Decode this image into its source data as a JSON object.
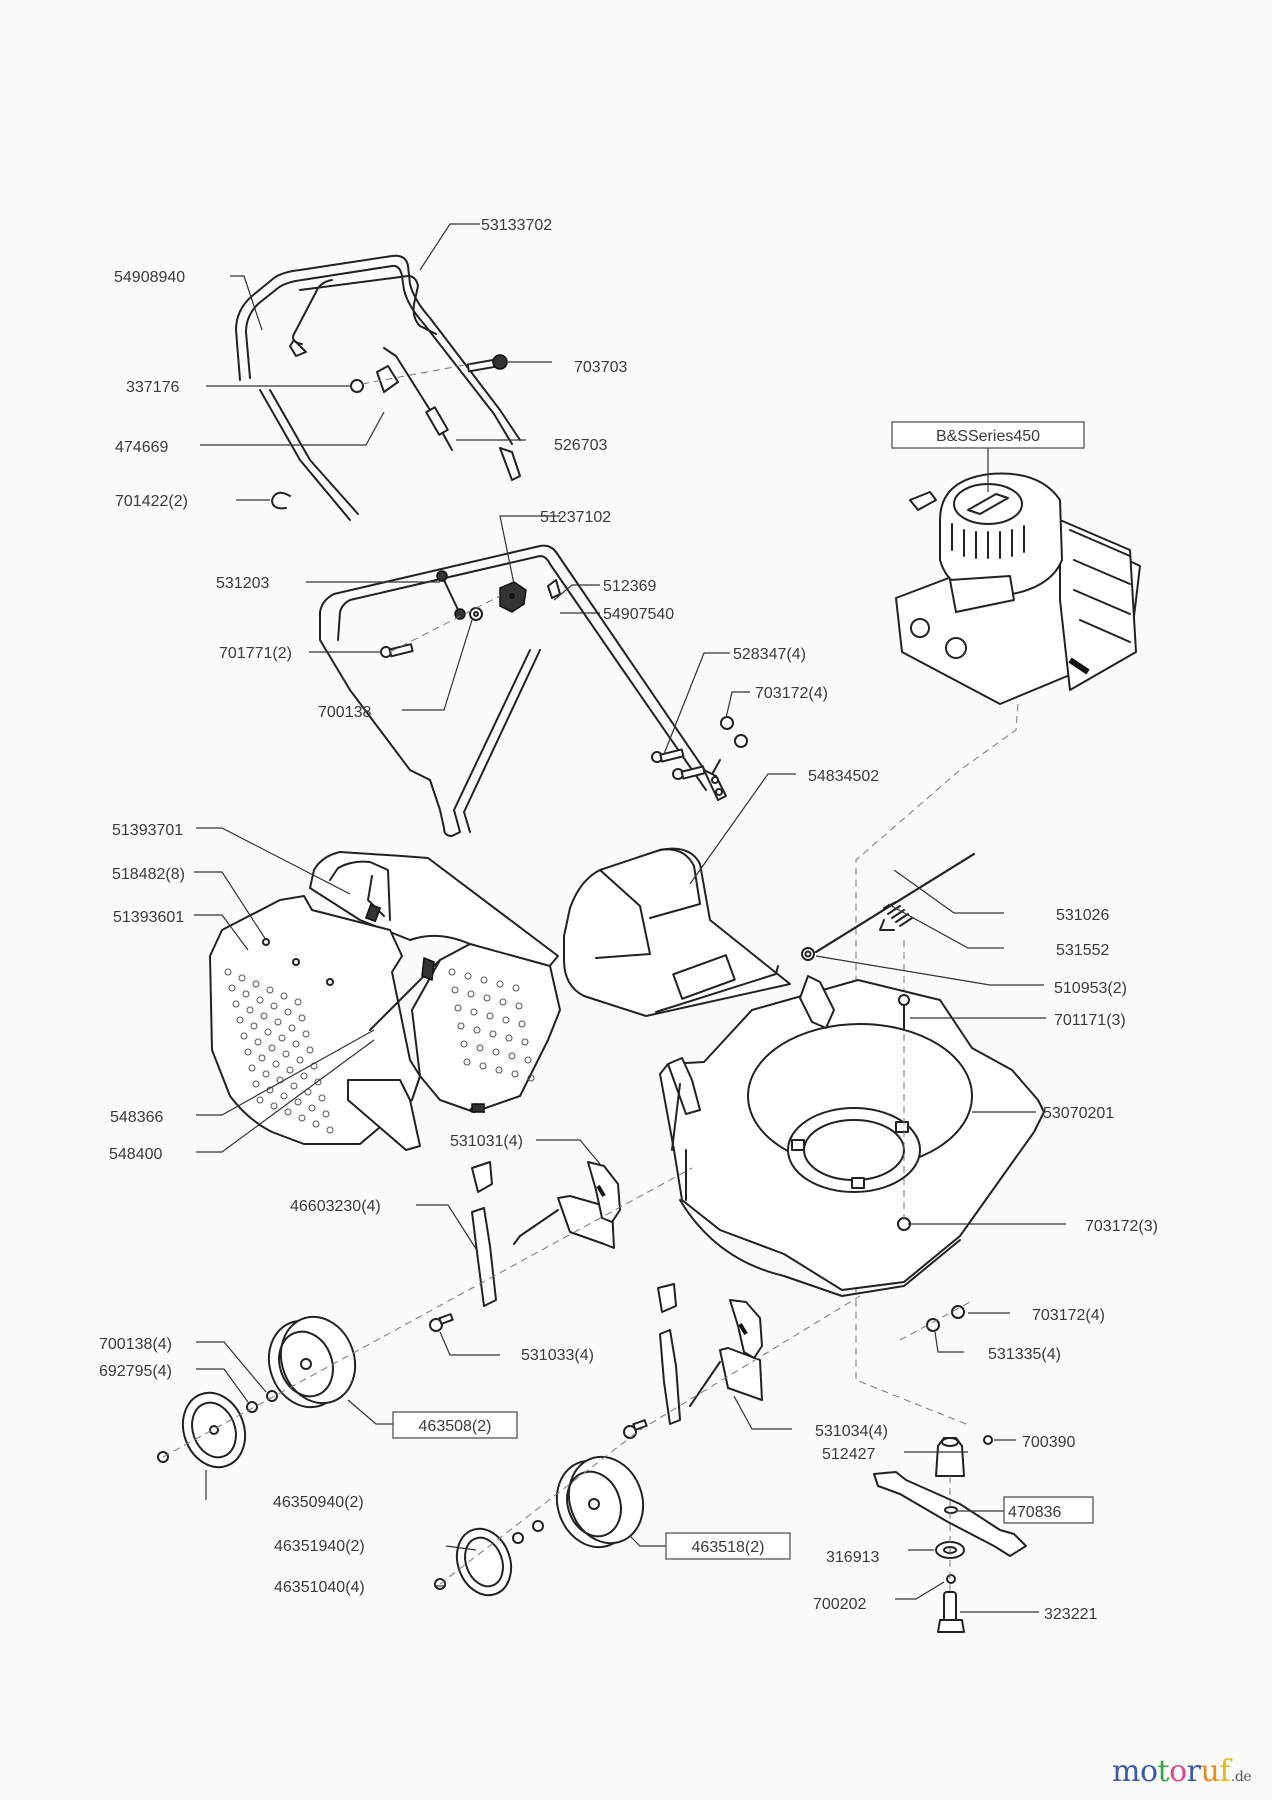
{
  "diagram": {
    "title": "Lawn mower exploded parts diagram",
    "engine_label": "B&SSeries450",
    "labels": {
      "p54908940": "54908940",
      "p53133702": "53133702",
      "p337176": "337176",
      "p703703": "703703",
      "p474669": "474669",
      "p526703": "526703",
      "p701422": "701422(2)",
      "p51237102": "51237102",
      "p531203": "531203",
      "p512369": "512369",
      "p54907540": "54907540",
      "p701771": "701771(2)",
      "p700138": "700138",
      "p528347": "528347(4)",
      "p703172_4a": "703172(4)",
      "p54834502": "54834502",
      "p51393701": "51393701",
      "p518482": "518482(8)",
      "p51393601": "51393601",
      "p531026": "531026",
      "p531552": "531552",
      "p510953": "510953(2)",
      "p701171": "701171(3)",
      "p548366": "548366",
      "p548400": "548400",
      "p53070201": "53070201",
      "p531031": "531031(4)",
      "p46603230": "46603230(4)",
      "p703172_3": "703172(3)",
      "p703172_4b": "703172(4)",
      "p531335": "531335(4)",
      "p700138_4": "700138(4)",
      "p692795": "692795(4)",
      "p531033": "531033(4)",
      "p463508": "463508(2)",
      "p531034": "531034(4)",
      "p512427": "512427",
      "p700390": "700390",
      "p46350940": "46350940(2)",
      "p470836": "470836",
      "p463518": "463518(2)",
      "p316913": "316913",
      "p46351940": "46351940(2)",
      "p700202": "700202",
      "p323221": "323221",
      "p46351040": "46351040(4)"
    }
  },
  "branding": {
    "logo_letters": [
      "m",
      "o",
      "t",
      "o",
      "r",
      "u",
      "f"
    ],
    "logo_colors": [
      "#3b5aa8",
      "#3b5aa8",
      "#3aa648",
      "#e0468f",
      "#3b5aa8",
      "#e88a1d",
      "#e6b619"
    ],
    "logo_suffix": ".de"
  }
}
